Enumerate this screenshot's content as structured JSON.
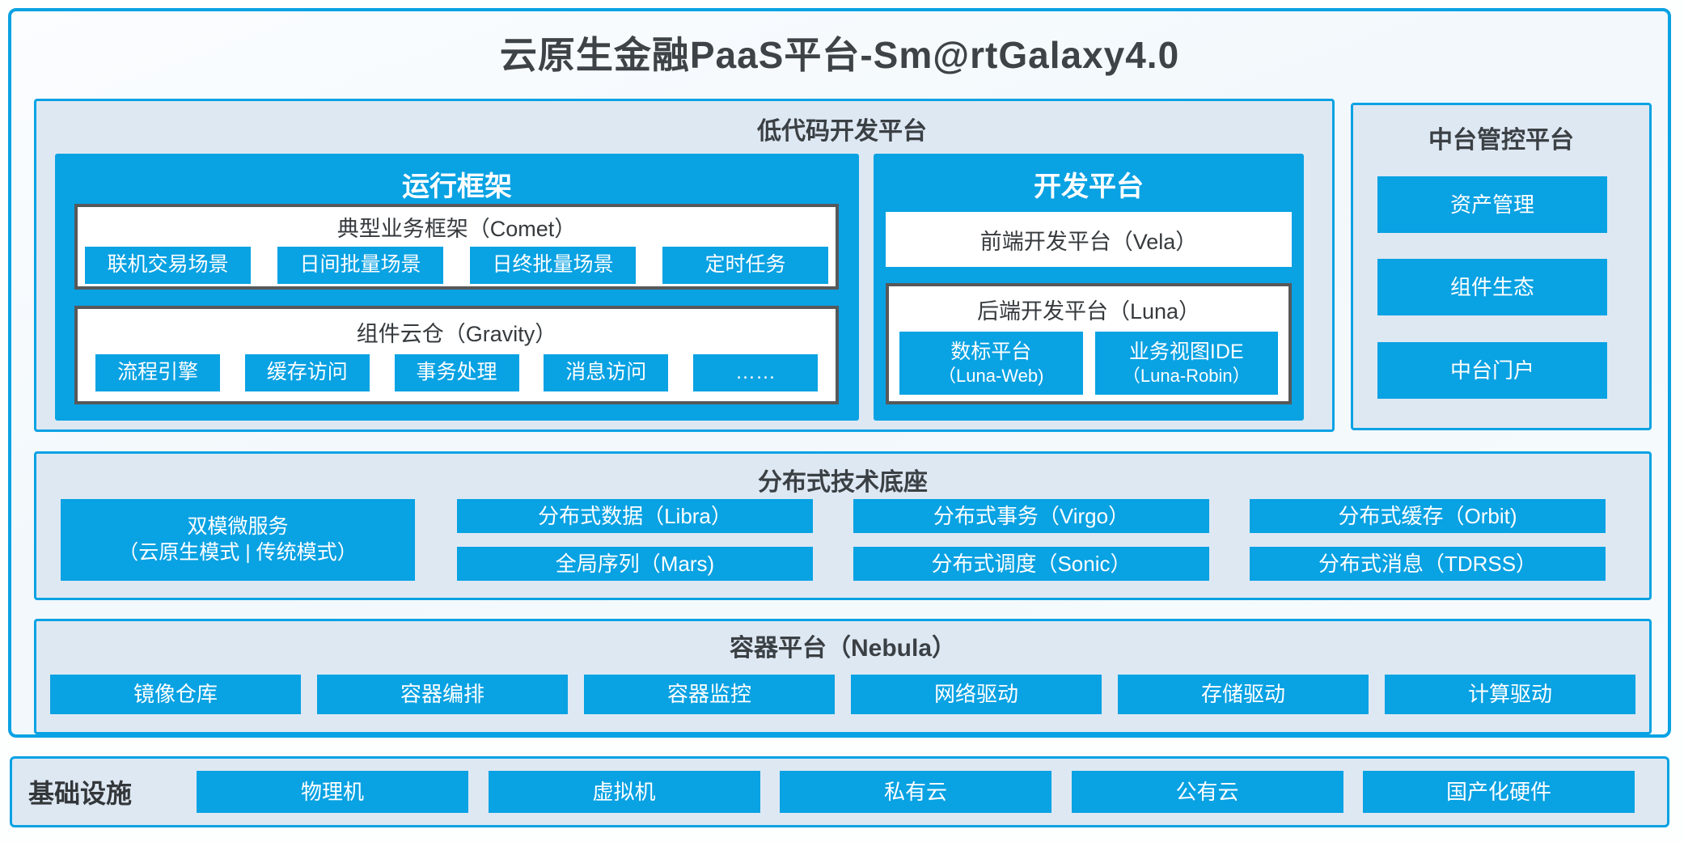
{
  "page": {
    "title": "云原生金融PaaS平台-Sm@rtGalaxy4.0"
  },
  "colors": {
    "accent": "#09a2e3",
    "panel_bg": "#dee8f3",
    "gray_border": "#57585a",
    "dark_text": "#3b4044"
  },
  "low_code": {
    "title": "低代码开发平台",
    "runtime": {
      "title": "运行框架",
      "comet": {
        "title": "典型业务框架（Comet）",
        "items": [
          "联机交易场景",
          "日间批量场景",
          "日终批量场景",
          "定时任务"
        ]
      },
      "gravity": {
        "title": "组件云仓（Gravity）",
        "items": [
          "流程引擎",
          "缓存访问",
          "事务处理",
          "消息访问",
          "……"
        ]
      }
    },
    "dev_platform": {
      "title": "开发平台",
      "vela": {
        "title": "前端开发平台（Vela）"
      },
      "luna": {
        "title": "后端开发平台（Luna）",
        "items": [
          {
            "line1": "数标平台",
            "line2": "（Luna-Web)"
          },
          {
            "line1": "业务视图IDE",
            "line2": "（Luna-Robin）"
          }
        ]
      }
    }
  },
  "mid_platform": {
    "title": "中台管控平台",
    "items": [
      "资产管理",
      "组件生态",
      "中台门户"
    ]
  },
  "distributed_base": {
    "title": "分布式技术底座",
    "dual_mode": {
      "line1": "双模微服务",
      "line2": "（云原生模式 | 传统模式）"
    },
    "columns": [
      [
        "分布式数据（Libra）",
        "全局序列（Mars)"
      ],
      [
        "分布式事务（Virgo）",
        "分布式调度（Sonic）"
      ],
      [
        "分布式缓存（Orbit)",
        "分布式消息（TDRSS）"
      ]
    ]
  },
  "container_platform": {
    "title": "容器平台（Nebula）",
    "items": [
      "镜像仓库",
      "容器编排",
      "容器监控",
      "网络驱动",
      "存储驱动",
      "计算驱动"
    ]
  },
  "infrastructure": {
    "label": "基础设施",
    "items": [
      "物理机",
      "虚拟机",
      "私有云",
      "公有云",
      "国产化硬件"
    ]
  }
}
